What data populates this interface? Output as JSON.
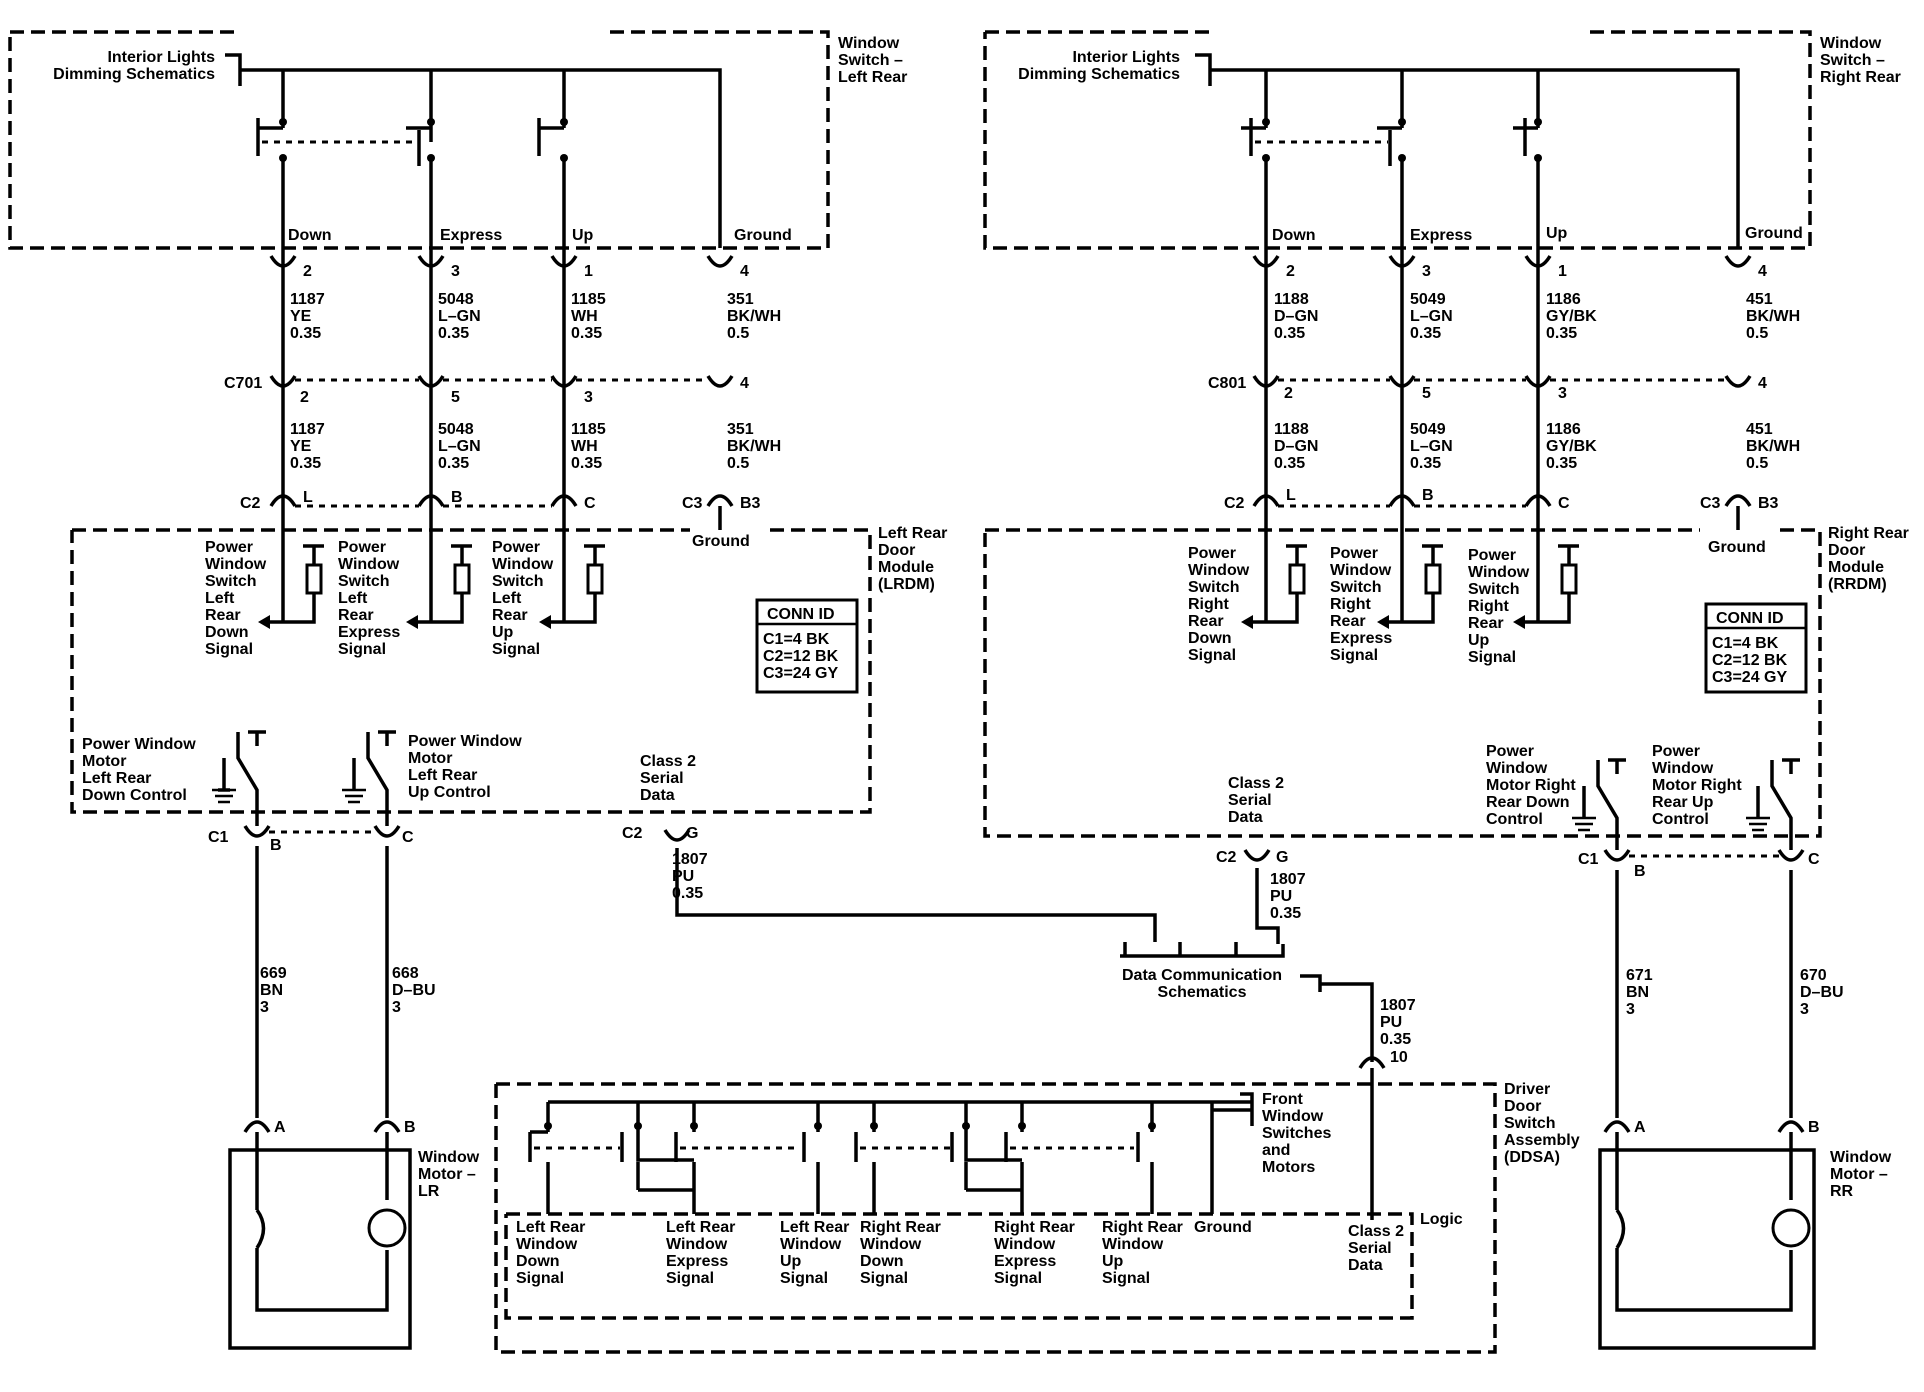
{
  "left": {
    "switch": {
      "title": [
        "Window",
        "Switch –",
        "Left Rear"
      ],
      "source": [
        "Interior Lights",
        "Dimming Schematics"
      ],
      "terminals": [
        "Down",
        "Express",
        "Up",
        "Ground"
      ]
    },
    "pins_top": [
      "2",
      "3",
      "1",
      "4"
    ],
    "wires_top": [
      [
        "1187",
        "YE",
        "0.35"
      ],
      [
        "5048",
        "L–GN",
        "0.35"
      ],
      [
        "1185",
        "WH",
        "0.35"
      ],
      [
        "351",
        "BK/WH",
        "0.5"
      ]
    ],
    "inline_connector": "C701",
    "pins_inline": [
      "2",
      "5",
      "3",
      "4"
    ],
    "wires_mid": [
      [
        "1187",
        "YE",
        "0.35"
      ],
      [
        "5048",
        "L–GN",
        "0.35"
      ],
      [
        "1185",
        "WH",
        "0.35"
      ],
      [
        "351",
        "BK/WH",
        "0.5"
      ]
    ],
    "c2": "C2",
    "c3": "C3",
    "pins_module": [
      "L",
      "B",
      "C",
      "B3"
    ],
    "ground": "Ground",
    "module": {
      "title": [
        "Left Rear",
        "Door",
        "Module",
        "(LRDM)"
      ]
    },
    "signals": [
      [
        "Power",
        "Window",
        "Switch",
        "Left",
        "Rear",
        "Down",
        "Signal"
      ],
      [
        "Power",
        "Window",
        "Switch",
        "Left",
        "Rear",
        "Express",
        "Signal"
      ],
      [
        "Power",
        "Window",
        "Switch",
        "Left",
        "Rear",
        "Up",
        "Signal"
      ]
    ],
    "relay_down": [
      "Power Window",
      "Motor",
      "Left Rear",
      "Down Control"
    ],
    "relay_up": [
      "Power Window",
      "Motor",
      "Left Rear",
      "Up Control"
    ],
    "serial": [
      "Class 2",
      "Serial",
      "Data"
    ],
    "c1": "C1",
    "c1_pins": [
      "B",
      "C"
    ],
    "c2g": "C2",
    "g": "G",
    "serial_wire": [
      "1807",
      "PU",
      "0.35"
    ],
    "motor_wires": [
      [
        "669",
        "BN",
        "3"
      ],
      [
        "668",
        "D–BU",
        "3"
      ]
    ],
    "motor_pins": [
      "A",
      "B"
    ],
    "motor_title": [
      "Window",
      "Motor –",
      "LR"
    ]
  },
  "right": {
    "switch": {
      "title": [
        "Window",
        "Switch –",
        "Right Rear"
      ],
      "source": [
        "Interior Lights",
        "Dimming Schematics"
      ],
      "terminals": [
        "Down",
        "Express",
        "Up",
        "Ground"
      ]
    },
    "pins_top": [
      "2",
      "3",
      "1",
      "4"
    ],
    "wires_top": [
      [
        "1188",
        "D–GN",
        "0.35"
      ],
      [
        "5049",
        "L–GN",
        "0.35"
      ],
      [
        "1186",
        "GY/BK",
        "0.35"
      ],
      [
        "451",
        "BK/WH",
        "0.5"
      ]
    ],
    "inline_connector": "C801",
    "pins_inline": [
      "2",
      "5",
      "3",
      "4"
    ],
    "wires_mid": [
      [
        "1188",
        "D–GN",
        "0.35"
      ],
      [
        "5049",
        "L–GN",
        "0.35"
      ],
      [
        "1186",
        "GY/BK",
        "0.35"
      ],
      [
        "451",
        "BK/WH",
        "0.5"
      ]
    ],
    "c2": "C2",
    "c3": "C3",
    "pins_module": [
      "L",
      "B",
      "C",
      "B3"
    ],
    "ground": "Ground",
    "module": {
      "title": [
        "Right Rear",
        "Door",
        "Module",
        "(RRDM)"
      ]
    },
    "signals": [
      [
        "Power",
        "Window",
        "Switch",
        "Right",
        "Rear",
        "Down",
        "Signal"
      ],
      [
        "Power",
        "Window",
        "Switch",
        "Right",
        "Rear",
        "Express",
        "Signal"
      ],
      [
        "Power",
        "Window",
        "Switch",
        "Right",
        "Rear",
        "Up",
        "Signal"
      ]
    ],
    "relay_down": [
      "Power",
      "Window",
      "Motor Right",
      "Rear Down",
      "Control"
    ],
    "relay_up": [
      "Power",
      "Window",
      "Motor Right",
      "Rear Up",
      "Control"
    ],
    "serial": [
      "Class 2",
      "Serial",
      "Data"
    ],
    "c1": "C1",
    "c1_pins": [
      "B",
      "C"
    ],
    "c2g": "C2",
    "g": "G",
    "serial_wire": [
      "1807",
      "PU",
      "0.35"
    ],
    "motor_wires": [
      [
        "671",
        "BN",
        "3"
      ],
      [
        "670",
        "D–BU",
        "3"
      ]
    ],
    "motor_pins": [
      "A",
      "B"
    ],
    "motor_title": [
      "Window",
      "Motor –",
      "RR"
    ]
  },
  "conn_id": {
    "title": "CONN ID",
    "lines": [
      "C1=4 BK",
      "C2=12 BK",
      "C3=24 GY"
    ]
  },
  "dcs": {
    "label": [
      "Data Communication",
      "Schematics"
    ],
    "wire": [
      "1807",
      "PU",
      "0.35"
    ],
    "pin": "10"
  },
  "ddsa": {
    "title": [
      "Driver",
      "Door",
      "Switch",
      "Assembly",
      "(DDSA)"
    ],
    "front": [
      "Front",
      "Window",
      "Switches",
      "and",
      "Motors"
    ],
    "logic": "Logic",
    "signals": [
      [
        "Left Rear",
        "Window",
        "Down",
        "Signal"
      ],
      [
        "Left Rear",
        "Window",
        "Express",
        "Signal"
      ],
      [
        "Left Rear",
        "Window",
        "Up",
        "Signal"
      ],
      [
        "Right Rear",
        "Window",
        "Down",
        "Signal"
      ],
      [
        "Right Rear",
        "Window",
        "Express",
        "Signal"
      ],
      [
        "Right Rear",
        "Window",
        "Up",
        "Signal"
      ]
    ],
    "ground": "Ground",
    "serial": [
      "Class 2",
      "Serial",
      "Data"
    ]
  }
}
